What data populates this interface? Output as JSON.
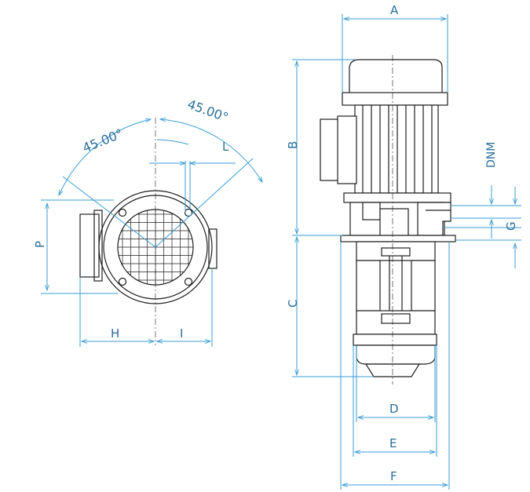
{
  "labels": {
    "A": "A",
    "B": "B",
    "C": "C",
    "D": "D",
    "E": "E",
    "F": "F",
    "G": "G",
    "H": "H",
    "I": "I",
    "L": "L",
    "P": "P",
    "DNM": "DNM",
    "angle_left": "45.00°",
    "angle_right": "45.00°"
  },
  "colors": {
    "dimension": "#3a9cd6",
    "outline": "#1e1e1e"
  }
}
